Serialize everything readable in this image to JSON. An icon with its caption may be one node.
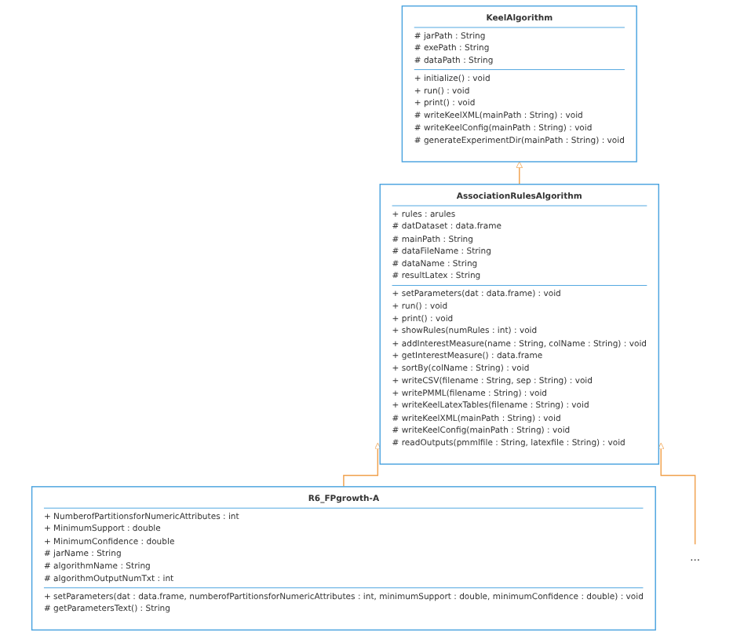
{
  "diagram": {
    "nodes": [
      {
        "text": [
          "KeelAlgorithm",
          "# jarPath : String # exePath : String # dataPath : String",
          "+ initialize() : void + run() : void + print() : void # writeKeelXML(mainPath : String) : void # writeKeelConfig(mainPath : String) : void # generateExperimentDir(mainPath : String) : void"
        ]
      },
      {
        "text": [
          "AssociationRulesAlgorithm",
          "+ rules : arules # datDataset : data.frame # mainPath : String # dataFileName : String # dataName : String # resultLatex : String",
          "+ setParameters(dat : data.frame) : void + run() : void + print() : void + showRules(numRules : int) : void + addInterestMeasure(name : String, colName : String) : void + getInterestMeasure() : data.frame + sortBy(colName : String) : void + writeCSV(filename : String, sep : String) : void + writePMML(filename : String) : void + writeKeelLatexTables(filename : String) : void # writeKeelXML(mainPath : String) : void # writeKeelConfig(mainPath : String) : void # readOutputs(pmmlfile : String, latexfile : String) : void"
        ]
      },
      {
        "text": [
          "R6_FPgrowth-A",
          "+ NumberofPartitionsforNumericAttributes : int + MinimumSupport : double + MinimumConfidence : double # jarName : String # algorithmName : String # algorithmOutputNumTxt : int",
          "+ setParameters(dat : data.frame, numberofPartitionsforNumericAttributes : int, minimumSupport : double, minimumConfidence : double) : void # getParametersText() : String"
        ]
      },
      {
        "text": [
          "..."
        ]
      }
    ],
    "edges": [
      {
        "from": 1,
        "to": 0,
        "arrow": "to"
      },
      {
        "from": 2,
        "to": 1,
        "arrow": "to"
      },
      {
        "from": 3,
        "to": 1,
        "arrow": "to"
      }
    ]
  }
}
